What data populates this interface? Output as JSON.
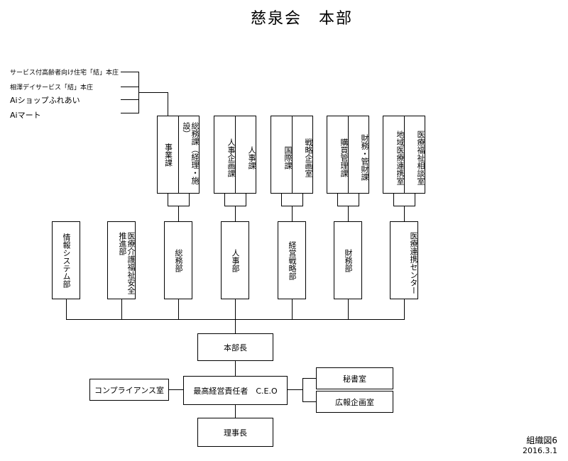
{
  "title": "慈泉会　本部",
  "facilities": [
    "サービス付高齢者向け住宅「結」本庄",
    "相澤デイサービス「結」本庄",
    "Aiショップふれあい",
    "Aiマート"
  ],
  "sections": [
    {
      "left": "事業課",
      "right": "総務課（経理・施設）"
    },
    {
      "left": "人事企画課",
      "right": "人事課"
    },
    {
      "left": "国際課",
      "right": "戦略企画室"
    },
    {
      "left": "購買管理課",
      "right": "財務・管財課"
    },
    {
      "left": "地域医療連携室",
      "right": "医療福祉相談室"
    }
  ],
  "departments": [
    "情報システム部",
    "医療介護福祉安全推進部",
    "総務部",
    "人事部",
    "経営戦略部",
    "財務部",
    "医療連携センター"
  ],
  "honbucho": "本部長",
  "ceo": "最高経営責任者　C.E.O",
  "compliance": "コンプライアンス室",
  "secretariat": "秘書室",
  "pr": "広報企画室",
  "chairman": "理事長",
  "footer": {
    "label": "組織図6",
    "date": "2016.3.1"
  }
}
